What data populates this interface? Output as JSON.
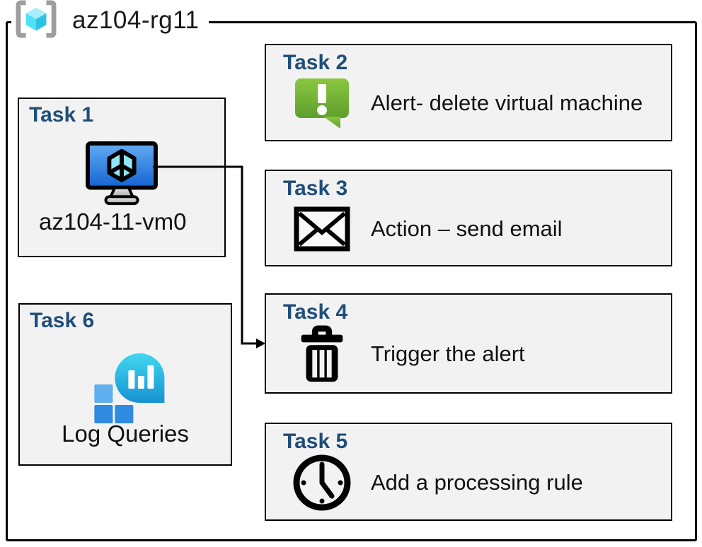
{
  "header": {
    "resource_group_name": "az104-rg11",
    "icon": "resource-group-icon"
  },
  "tasks": [
    {
      "title": "Task 1",
      "label": "az104-11-vm0",
      "icon": "virtual-machine-icon"
    },
    {
      "title": "Task 2",
      "label": "Alert- delete virtual machine",
      "icon": "alert-icon"
    },
    {
      "title": "Task 3",
      "label": "Action – send email",
      "icon": "email-icon"
    },
    {
      "title": "Task 4",
      "label": "Trigger the alert",
      "icon": "trash-icon"
    },
    {
      "title": "Task 5",
      "label": "Add a processing rule",
      "icon": "clock-icon"
    },
    {
      "title": "Task 6",
      "label": "Log Queries",
      "icon": "log-queries-icon"
    }
  ],
  "connector": {
    "from": "task-1-vm",
    "to": "task-4"
  },
  "colors": {
    "task_title_blue": "#1F4E79",
    "box_fill": "#F2F2F2",
    "box_border": "#000000",
    "alert_green_top": "#8AC640",
    "alert_green_bottom": "#5E9F2C",
    "vm_screen_top": "#63ACF2",
    "vm_screen_bottom": "#1463D2",
    "rg_cube_top": "#A8EEFC",
    "rg_cube_left": "#50E0F5",
    "rg_cube_right": "#2BC2E4",
    "rg_bracket_gray": "#9D9D9D",
    "log_bubble_top": "#41D7F0",
    "log_bubble_bottom": "#1792D2",
    "log_square_light": "#5FAEEE",
    "log_square_dark": "#2F8AE1"
  }
}
